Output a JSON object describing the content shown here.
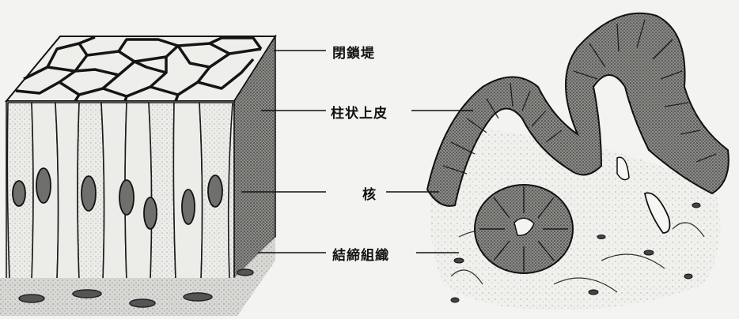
{
  "labels": {
    "tight_junction": "閉鎖堤",
    "columnar_epithelium": "柱状上皮",
    "nucleus": "核",
    "connective_tissue": "結締組織"
  },
  "colors": {
    "background": "#f3f3f1",
    "ink": "#1a1a1a",
    "cell_fill": "#ecece8",
    "shade": "#9a9a96"
  }
}
